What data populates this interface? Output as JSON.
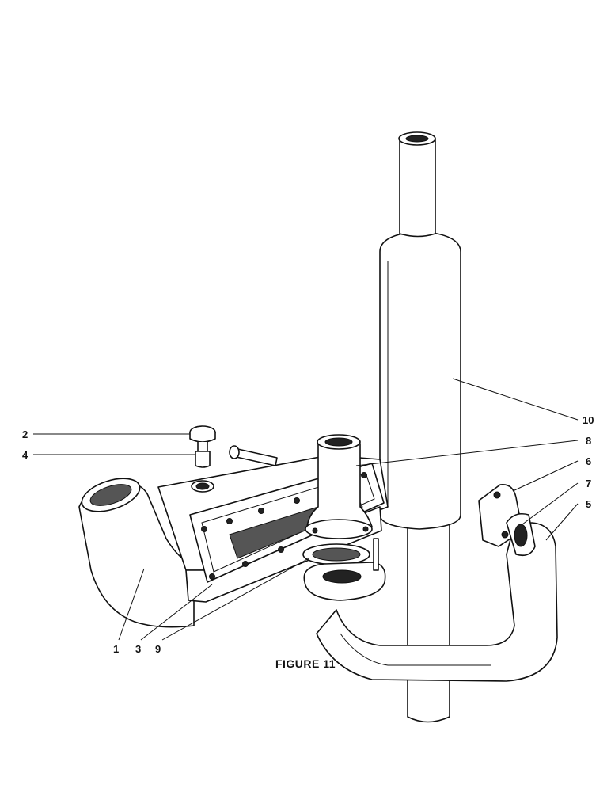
{
  "figure": {
    "caption": "FIGURE 11",
    "callouts": [
      {
        "id": "c1",
        "label": "1"
      },
      {
        "id": "c2",
        "label": "2"
      },
      {
        "id": "c3",
        "label": "3"
      },
      {
        "id": "c4",
        "label": "4"
      },
      {
        "id": "c5",
        "label": "5"
      },
      {
        "id": "c6",
        "label": "6"
      },
      {
        "id": "c7",
        "label": "7"
      },
      {
        "id": "c8",
        "label": "8"
      },
      {
        "id": "c9",
        "label": "9"
      },
      {
        "id": "c10",
        "label": "10"
      }
    ]
  }
}
